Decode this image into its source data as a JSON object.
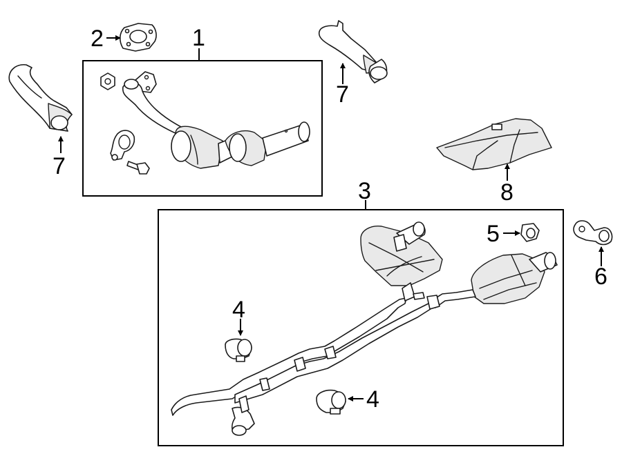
{
  "callouts": {
    "c1": "1",
    "c2": "2",
    "c3": "3",
    "c4a": "4",
    "c4b": "4",
    "c5": "5",
    "c6": "6",
    "c7a": "7",
    "c7b": "7",
    "c8": "8"
  }
}
